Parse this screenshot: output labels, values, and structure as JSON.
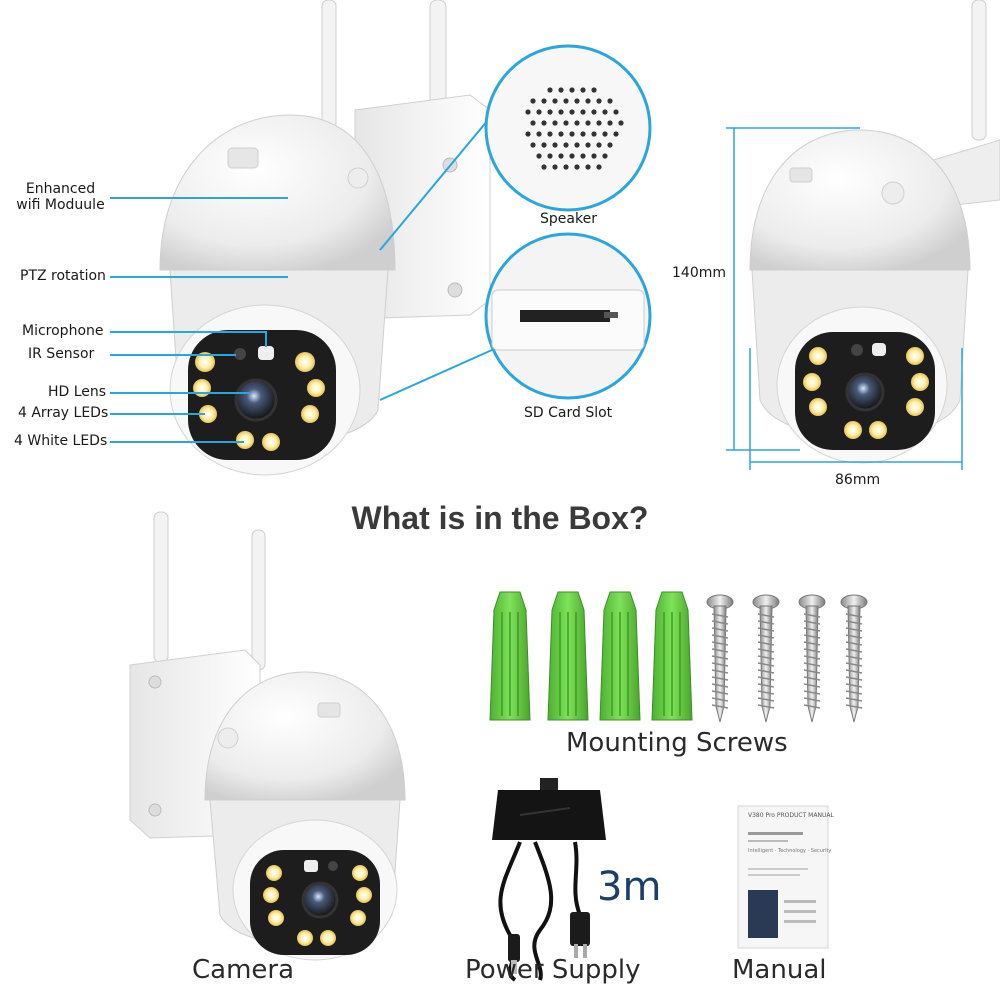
{
  "callouts": {
    "wifi": "Enhanced\nwifi Moduule",
    "ptz": "PTZ rotation",
    "microphone": "Microphone",
    "ir_sensor": "IR Sensor",
    "hd_lens": "HD Lens",
    "array_leds": "4 Array LEDs",
    "white_leds": "4 White LEDs",
    "speaker": "Speaker",
    "sd_slot": "SD Card Slot"
  },
  "dimensions": {
    "height": "140mm",
    "width": "86mm"
  },
  "box": {
    "title": "What is in the Box?",
    "mounting_screws": "Mounting Screws",
    "camera": "Camera",
    "power_supply": "Power Supply",
    "cable_length": "3m",
    "manual": "Manual"
  },
  "manual_doc": {
    "header": "V380 Pro PRODUCT MANUAL",
    "sub": "Intelligent · Technology · Security"
  },
  "colors": {
    "accent_leader": "#29a6dd",
    "anchor_green": "#6ecf4a",
    "camera_white": "#f4f4f4",
    "title_gray": "#3a3a3a",
    "cable_length_navy": "#1d3f66"
  }
}
